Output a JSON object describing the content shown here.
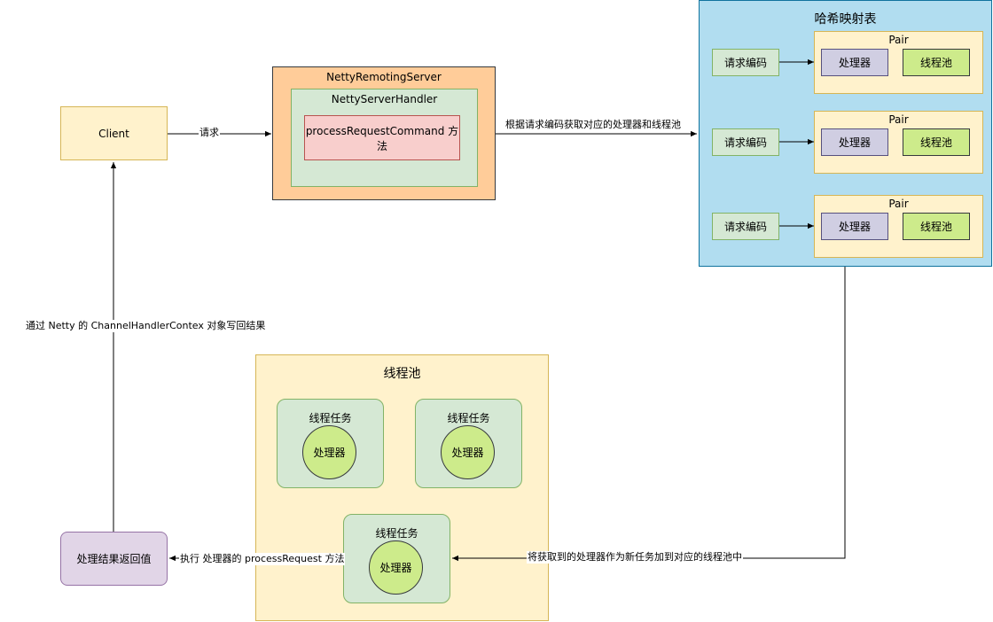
{
  "client": {
    "label": "Client"
  },
  "server": {
    "title": "NettyRemotingServer",
    "handler_title": "NettyServerHandler",
    "method": "processRequestCommand 方法"
  },
  "hashmap": {
    "title": "哈希映射表",
    "rows": [
      {
        "code": "请求编码",
        "pair": "Pair",
        "processor": "处理器",
        "pool": "线程池"
      },
      {
        "code": "请求编码",
        "pair": "Pair",
        "processor": "处理器",
        "pool": "线程池"
      },
      {
        "code": "请求编码",
        "pair": "Pair",
        "processor": "处理器",
        "pool": "线程池"
      }
    ]
  },
  "threadpool": {
    "title": "线程池",
    "tasks": [
      {
        "title": "线程任务",
        "processor": "处理器"
      },
      {
        "title": "线程任务",
        "processor": "处理器"
      },
      {
        "title": "线程任务",
        "processor": "处理器"
      }
    ]
  },
  "result": {
    "label": "处理结果返回值"
  },
  "edges": {
    "request": "请求",
    "lookup": "根据请求编码获取对应的处理器和线程池",
    "submit": "将获取到的处理器作为新任务加到对应的线程池中",
    "execute": "执行 处理器的 processRequest 方法",
    "writeback": "通过 Netty 的 ChannelHandlerContex 对象写回结果"
  }
}
